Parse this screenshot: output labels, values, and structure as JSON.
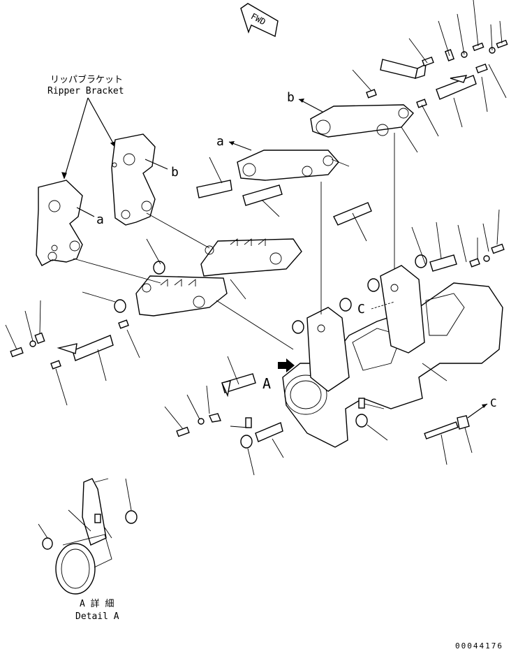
{
  "fwd_label": "FWD",
  "ripper_bracket": {
    "jp": "リッパブラケット",
    "en": "Ripper Bracket"
  },
  "callouts": {
    "a1": "a",
    "a2": "a",
    "b1": "b",
    "b2": "b",
    "c1": "C",
    "c2": "C",
    "A": "A"
  },
  "detail": {
    "jp": "A 詳 細",
    "en": "Detail A"
  },
  "drawing_number": "00044176"
}
